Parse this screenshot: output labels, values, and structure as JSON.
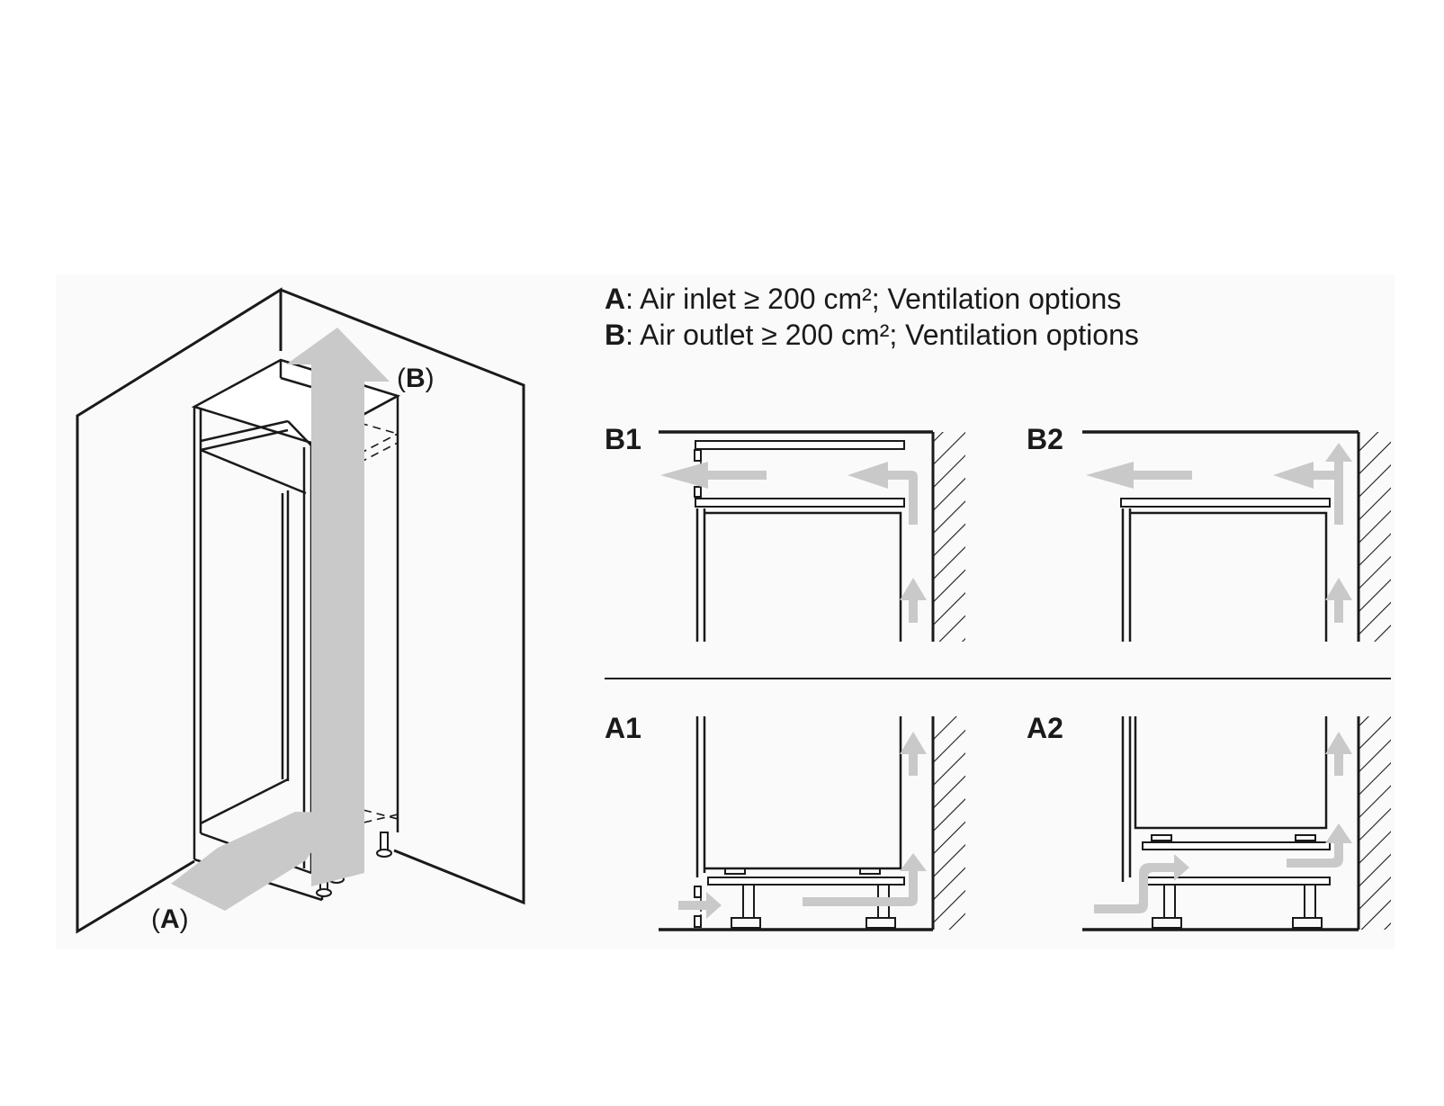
{
  "legend": {
    "a_key": "A",
    "a_text": ": Air inlet ≥ 200 cm²; Ventilation options",
    "b_key": "B",
    "b_text": ": Air outlet ≥ 200 cm²; Ventilation options"
  },
  "cabinet_labels": {
    "outlet_open": "(",
    "outlet_key": "B",
    "outlet_close": ")",
    "inlet_open": "(",
    "inlet_key": "A",
    "inlet_close": ")"
  },
  "panels": {
    "b1": "B1",
    "b2": "B2",
    "a1": "A1",
    "a2": "A2"
  },
  "colors": {
    "line": "#1a1a1a",
    "airflow_arrow": "#c9c9c9",
    "panel_background": "#fafafa"
  }
}
